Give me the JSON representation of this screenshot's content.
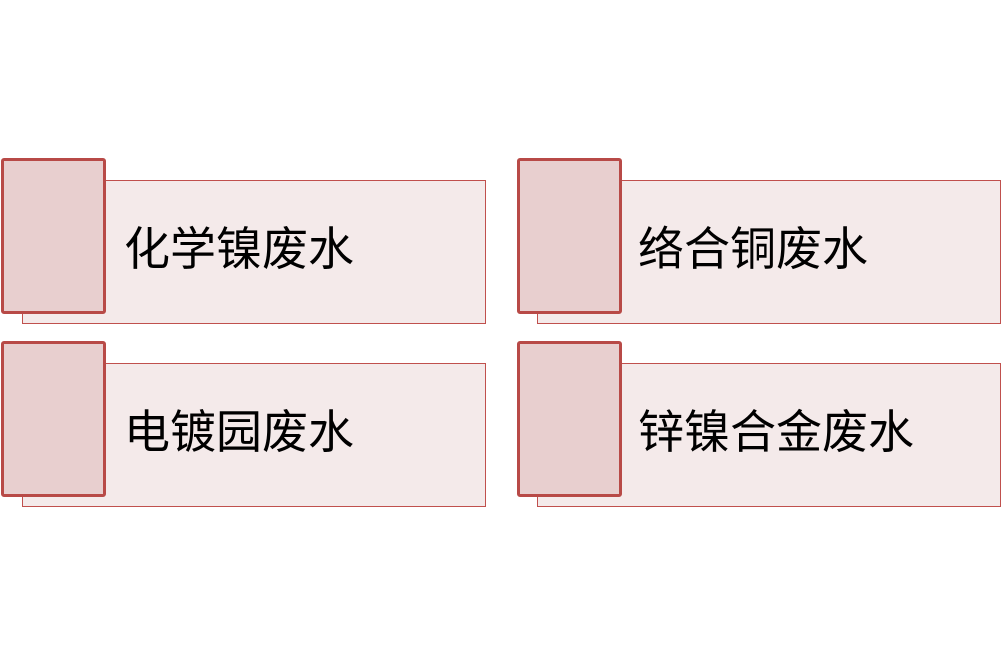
{
  "items": [
    {
      "label": "化学镍废水"
    },
    {
      "label": "络合铜废水"
    },
    {
      "label": "电镀园废水"
    },
    {
      "label": "锌镍合金废水"
    }
  ],
  "colors": {
    "border": "#c0504d",
    "front_fill": "#e8cfcf",
    "back_fill": "#f4eaea"
  }
}
